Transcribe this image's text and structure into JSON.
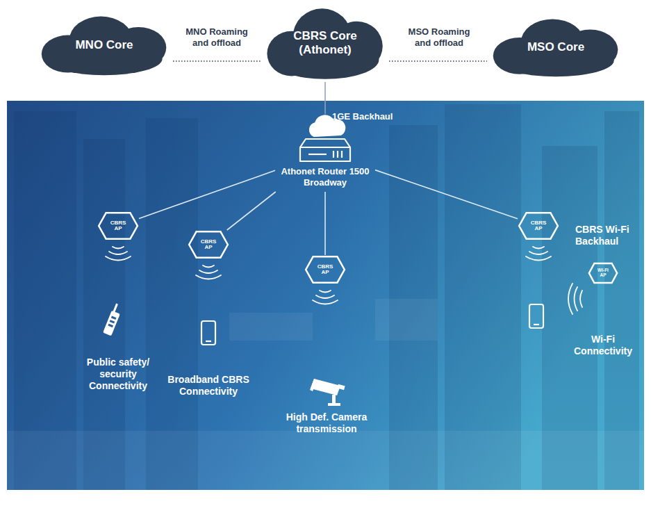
{
  "diagram": {
    "nodes": [
      {
        "text": [
          "MNO Core"
        ]
      },
      {
        "text": [
          "CBRS Core (Athonet)"
        ]
      },
      {
        "text": [
          "MSO Core"
        ]
      },
      {
        "text": [
          "Athonet Router 1500 Broadway"
        ]
      },
      {
        "text": [
          "CBRS AP"
        ]
      },
      {
        "text": [
          "CBRS AP"
        ]
      },
      {
        "text": [
          "CBRS AP"
        ]
      },
      {
        "text": [
          "CBRS AP"
        ]
      },
      {
        "text": [
          "Wi-Fi AP"
        ]
      }
    ],
    "edges": [
      {
        "from": 0,
        "to": 1,
        "label": "MNO Roaming and offload",
        "arrow": "none"
      },
      {
        "from": 1,
        "to": 2,
        "label": "MSO Roaming and offload",
        "arrow": "none"
      },
      {
        "from": 1,
        "to": 3,
        "label": "1GE Backhaul",
        "arrow": "none"
      },
      {
        "from": 3,
        "to": 4,
        "arrow": "none"
      },
      {
        "from": 3,
        "to": 5,
        "arrow": "none"
      },
      {
        "from": 3,
        "to": 6,
        "arrow": "none"
      },
      {
        "from": 3,
        "to": 7,
        "arrow": "none"
      }
    ],
    "labels": [
      "Public safety/ security Connectivity",
      "Broadband CBRS Connectivity",
      "High Def. Camera transmission",
      "CBRS Wi-Fi Backhaul",
      "Wi-Fi Connectivity"
    ]
  }
}
